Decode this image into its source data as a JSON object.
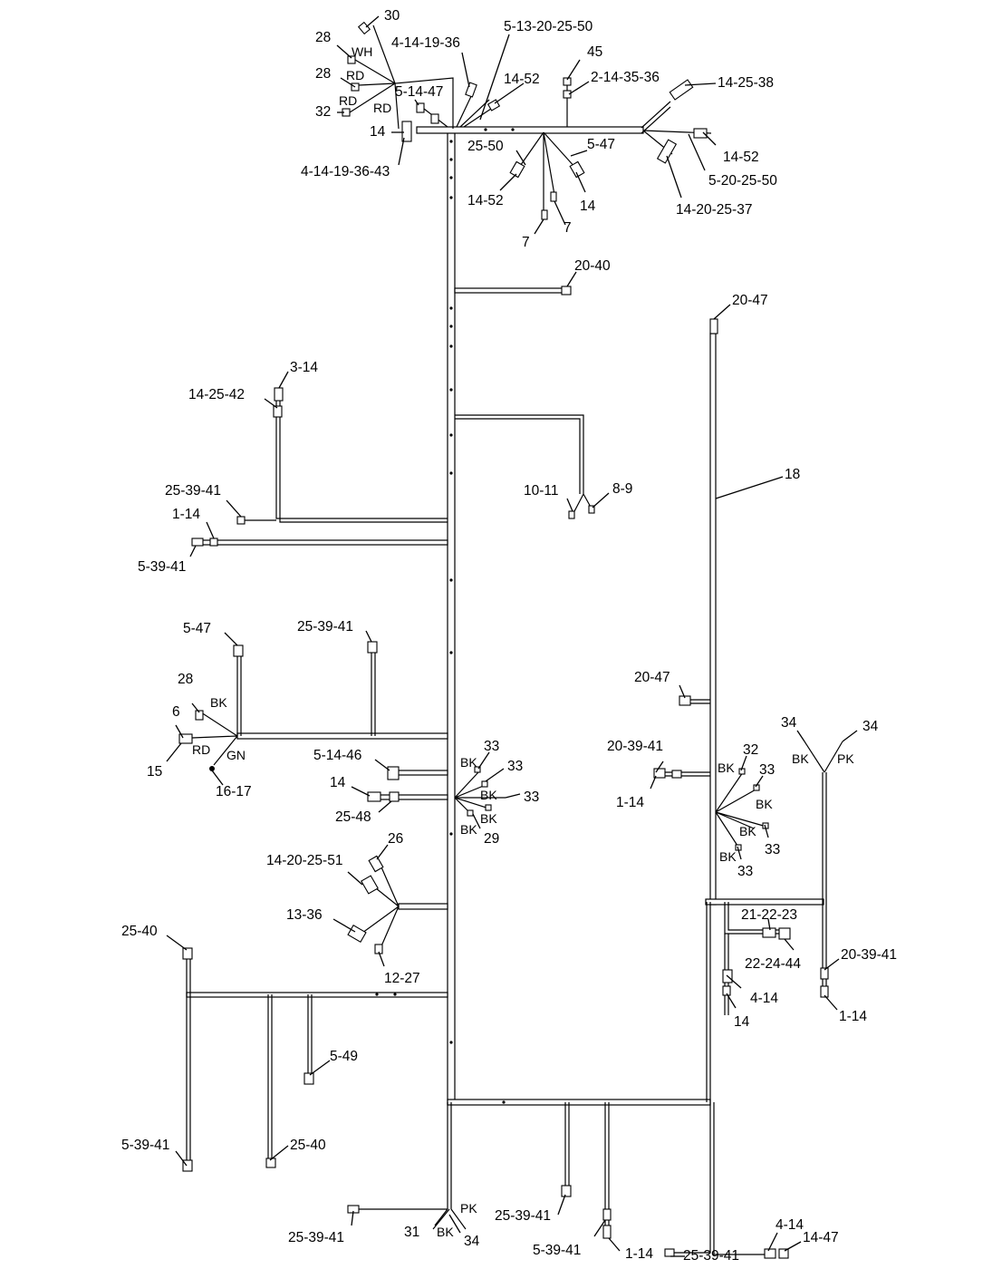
{
  "diagram": {
    "labels": [
      {
        "id": "l1",
        "text": "30"
      },
      {
        "id": "l2",
        "text": "28"
      },
      {
        "id": "l3",
        "text": "WH"
      },
      {
        "id": "l4",
        "text": "28"
      },
      {
        "id": "l5",
        "text": "RD"
      },
      {
        "id": "l6",
        "text": "RD"
      },
      {
        "id": "l7",
        "text": "32"
      },
      {
        "id": "l8",
        "text": "RD"
      },
      {
        "id": "l9",
        "text": "4-14-19-36"
      },
      {
        "id": "l10",
        "text": "5-14-47"
      },
      {
        "id": "l11",
        "text": "14"
      },
      {
        "id": "l12",
        "text": "4-14-19-36-43"
      },
      {
        "id": "l13",
        "text": "5-13-20-25-50"
      },
      {
        "id": "l14",
        "text": "14-52"
      },
      {
        "id": "l15",
        "text": "45"
      },
      {
        "id": "l16",
        "text": "2-14-35-36"
      },
      {
        "id": "l17",
        "text": "14-25-38"
      },
      {
        "id": "l18",
        "text": "25-50"
      },
      {
        "id": "l19",
        "text": "5-47"
      },
      {
        "id": "l20",
        "text": "14-52"
      },
      {
        "id": "l21",
        "text": "14"
      },
      {
        "id": "l22",
        "text": "7"
      },
      {
        "id": "l23",
        "text": "7"
      },
      {
        "id": "l24",
        "text": "14-52"
      },
      {
        "id": "l25",
        "text": "5-20-25-50"
      },
      {
        "id": "l26",
        "text": "14-20-25-37"
      },
      {
        "id": "l27",
        "text": "20-40"
      },
      {
        "id": "l28",
        "text": "20-47"
      },
      {
        "id": "l29",
        "text": "3-14"
      },
      {
        "id": "l30",
        "text": "14-25-42"
      },
      {
        "id": "l31",
        "text": "10-11"
      },
      {
        "id": "l32",
        "text": "8-9"
      },
      {
        "id": "l33",
        "text": "18"
      },
      {
        "id": "l34",
        "text": "25-39-41"
      },
      {
        "id": "l35",
        "text": "1-14"
      },
      {
        "id": "l36",
        "text": "5-39-41"
      },
      {
        "id": "l37",
        "text": "5-47"
      },
      {
        "id": "l38",
        "text": "25-39-41"
      },
      {
        "id": "l39",
        "text": "28"
      },
      {
        "id": "l40",
        "text": "BK"
      },
      {
        "id": "l41",
        "text": "6"
      },
      {
        "id": "l42",
        "text": "RD"
      },
      {
        "id": "l43",
        "text": "GN"
      },
      {
        "id": "l44",
        "text": "15"
      },
      {
        "id": "l45",
        "text": "16-17"
      },
      {
        "id": "l46",
        "text": "5-14-46"
      },
      {
        "id": "l47",
        "text": "14"
      },
      {
        "id": "l48",
        "text": "25-48"
      },
      {
        "id": "l49",
        "text": "33"
      },
      {
        "id": "l50",
        "text": "BK"
      },
      {
        "id": "l51",
        "text": "33"
      },
      {
        "id": "l52",
        "text": "BK"
      },
      {
        "id": "l53",
        "text": "33"
      },
      {
        "id": "l54",
        "text": "BK"
      },
      {
        "id": "l55",
        "text": "BK"
      },
      {
        "id": "l56",
        "text": "29"
      },
      {
        "id": "l57",
        "text": "20-47"
      },
      {
        "id": "l58",
        "text": "20-39-41"
      },
      {
        "id": "l59",
        "text": "1-14"
      },
      {
        "id": "l60",
        "text": "BK"
      },
      {
        "id": "l61",
        "text": "32"
      },
      {
        "id": "l62",
        "text": "33"
      },
      {
        "id": "l63",
        "text": "BK"
      },
      {
        "id": "l64",
        "text": "BK"
      },
      {
        "id": "l65",
        "text": "33"
      },
      {
        "id": "l66",
        "text": "BK"
      },
      {
        "id": "l67",
        "text": "33"
      },
      {
        "id": "l68",
        "text": "34"
      },
      {
        "id": "l69",
        "text": "34"
      },
      {
        "id": "l70",
        "text": "BK"
      },
      {
        "id": "l71",
        "text": "PK"
      },
      {
        "id": "l72",
        "text": "26"
      },
      {
        "id": "l73",
        "text": "14-20-25-51"
      },
      {
        "id": "l74",
        "text": "13-36"
      },
      {
        "id": "l75",
        "text": "12-27"
      },
      {
        "id": "l76",
        "text": "25-40"
      },
      {
        "id": "l77",
        "text": "21-22-23"
      },
      {
        "id": "l78",
        "text": "22-24-44"
      },
      {
        "id": "l79",
        "text": "20-39-41"
      },
      {
        "id": "l80",
        "text": "4-14"
      },
      {
        "id": "l81",
        "text": "14"
      },
      {
        "id": "l82",
        "text": "1-14"
      },
      {
        "id": "l83",
        "text": "5-49"
      },
      {
        "id": "l84",
        "text": "5-39-41"
      },
      {
        "id": "l85",
        "text": "25-40"
      },
      {
        "id": "l86",
        "text": "PK"
      },
      {
        "id": "l87",
        "text": "25-39-41"
      },
      {
        "id": "l88",
        "text": "31"
      },
      {
        "id": "l89",
        "text": "BK"
      },
      {
        "id": "l90",
        "text": "34"
      },
      {
        "id": "l91",
        "text": "25-39-41"
      },
      {
        "id": "l92",
        "text": "5-39-41"
      },
      {
        "id": "l93",
        "text": "1-14"
      },
      {
        "id": "l94",
        "text": "25-39-41"
      },
      {
        "id": "l95",
        "text": "4-14"
      },
      {
        "id": "l96",
        "text": "14-47"
      }
    ]
  }
}
